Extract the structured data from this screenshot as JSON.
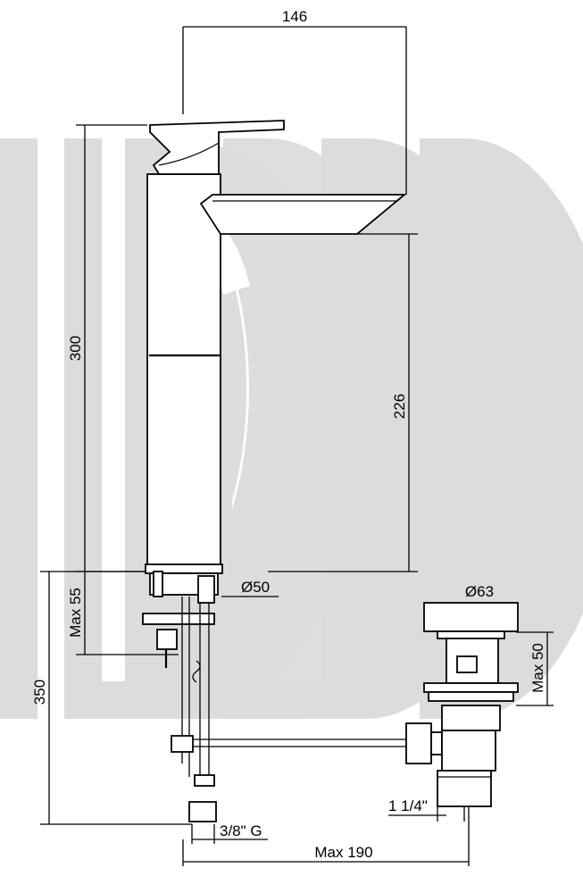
{
  "dimensions": {
    "width_top": "146",
    "total_height": "300",
    "spout_height": "226",
    "tap_hole": "Ø50",
    "max_deck": "Max 55",
    "hose_length": "350",
    "waste_diameter": "Ø63",
    "waste_max_deck": "Max 50",
    "waste_thread": "1 1/4\"",
    "inlet_thread": "3/8\" G",
    "max_reach": "Max 190"
  },
  "colors": {
    "line": "#000000",
    "watermark": "#dcdcdc",
    "background": "#ffffff"
  }
}
